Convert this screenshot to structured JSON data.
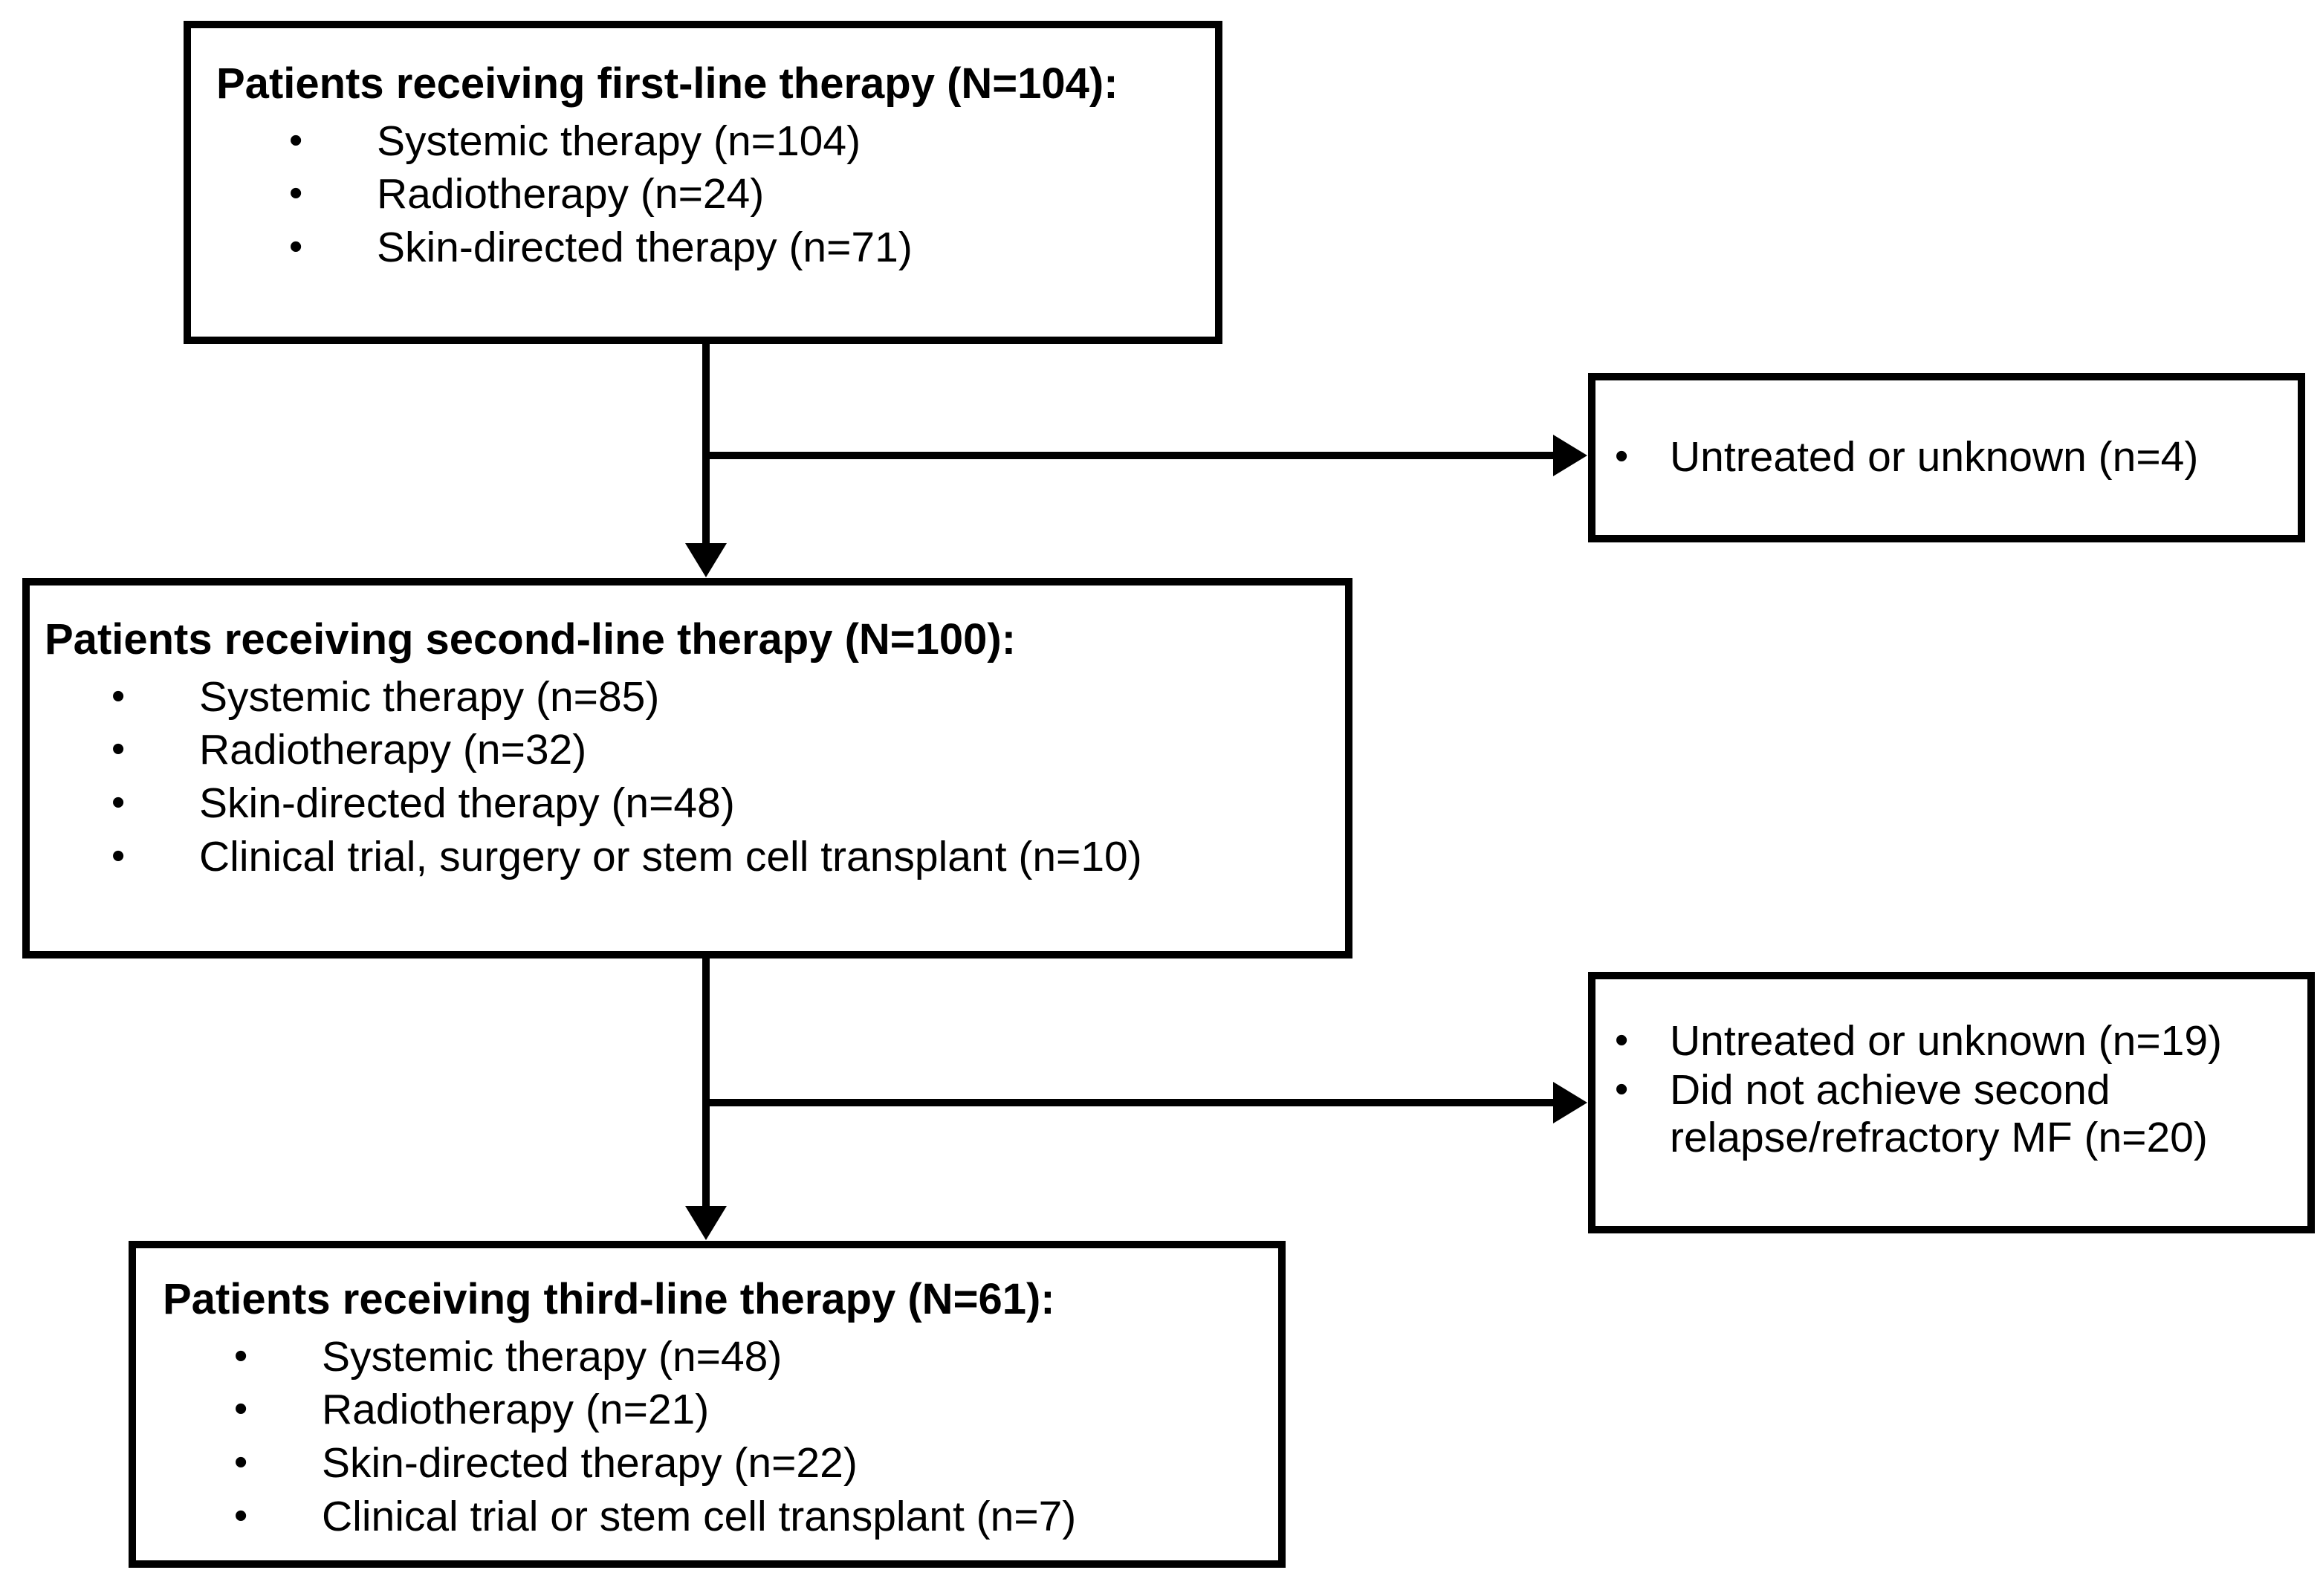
{
  "diagram": {
    "type": "flowchart",
    "orientation": "vertical-with-right-branches",
    "stroke_color": "#000000",
    "background_color": "#ffffff",
    "nodes": [
      {
        "id": "first-line",
        "title": "Patients receiving first-line therapy (N=104):",
        "bullets": [
          "Systemic therapy (n=104)",
          "Radiotherapy (n=24)",
          "Skin-directed therapy (n=71)"
        ]
      },
      {
        "id": "dropout-1",
        "title": "",
        "bullets": [
          "Untreated or unknown (n=4)"
        ]
      },
      {
        "id": "second-line",
        "title": "Patients receiving second-line therapy (N=100):",
        "bullets": [
          "Systemic therapy (n=85)",
          "Radiotherapy (n=32)",
          "Skin-directed therapy (n=48)",
          "Clinical trial, surgery or stem cell transplant (n=10)"
        ]
      },
      {
        "id": "dropout-2",
        "title": "",
        "bullets": [
          "Untreated or unknown (n=19)",
          "Did not achieve second relapse/refractory MF (n=20)"
        ]
      },
      {
        "id": "third-line",
        "title": "Patients receiving third-line therapy (N=61):",
        "bullets": [
          "Systemic therapy (n=48)",
          "Radiotherapy (n=21)",
          "Skin-directed therapy (n=22)",
          "Clinical trial or stem cell transplant (n=7)"
        ]
      }
    ],
    "bullet_glyph": "•",
    "edges": [
      {
        "from": "first-line",
        "to": "second-line",
        "kind": "down-arrow"
      },
      {
        "from": "first-line",
        "to": "dropout-1",
        "kind": "right-arrow"
      },
      {
        "from": "second-line",
        "to": "third-line",
        "kind": "down-arrow"
      },
      {
        "from": "second-line",
        "to": "dropout-2",
        "kind": "right-arrow"
      }
    ]
  }
}
